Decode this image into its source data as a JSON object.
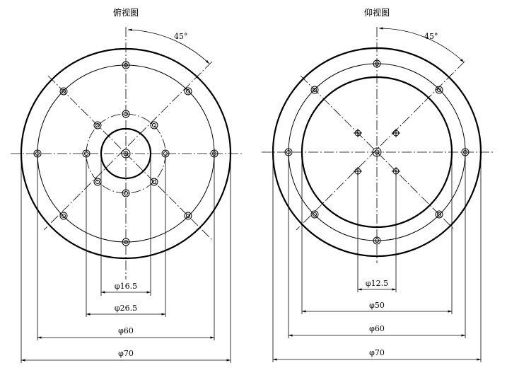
{
  "views": [
    {
      "title": "俯视图",
      "angle_label": "45°",
      "dimensions": [
        "φ16.5",
        "φ26.5",
        "φ60",
        "φ70"
      ]
    },
    {
      "title": "仰视图",
      "angle_label": "45°",
      "dimensions": [
        "φ12.5",
        "φ50",
        "φ60",
        "φ70"
      ]
    }
  ]
}
